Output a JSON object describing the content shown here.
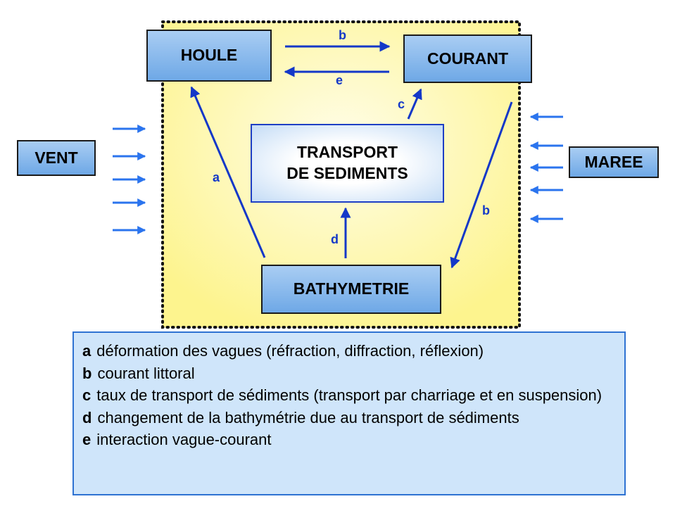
{
  "diagram": {
    "nodes": {
      "houle": "HOULE",
      "courant": "COURANT",
      "vent": "VENT",
      "maree": "MAREE",
      "transport_line1": "TRANSPORT",
      "transport_line2": "DE SEDIMENTS",
      "bathymetrie": "BATHYMETRIE"
    },
    "edge_labels": {
      "houle_to_courant": "b",
      "courant_to_houle": "e",
      "transport_to_courant": "c",
      "bathymetrie_to_houle": "a",
      "courant_to_bathymetrie": "b",
      "bathymetrie_to_transport": "d"
    }
  },
  "legend": {
    "items": [
      {
        "key": "a",
        "text": "déformation des vagues (réfraction, diffraction, réflexion)"
      },
      {
        "key": "b",
        "text": "courant littoral"
      },
      {
        "key": "c",
        "text": "taux de transport de sédiments (transport par charriage et en suspension)"
      },
      {
        "key": "d",
        "text": "changement de la bathymétrie due au transport de sédiments"
      },
      {
        "key": "e",
        "text": "interaction vague-courant"
      }
    ]
  },
  "colors": {
    "arrow": "#1438c8",
    "box_fill": "#8dbdee",
    "domain_fill": "#fff7a8",
    "legend_fill": "#cfe5fa"
  }
}
